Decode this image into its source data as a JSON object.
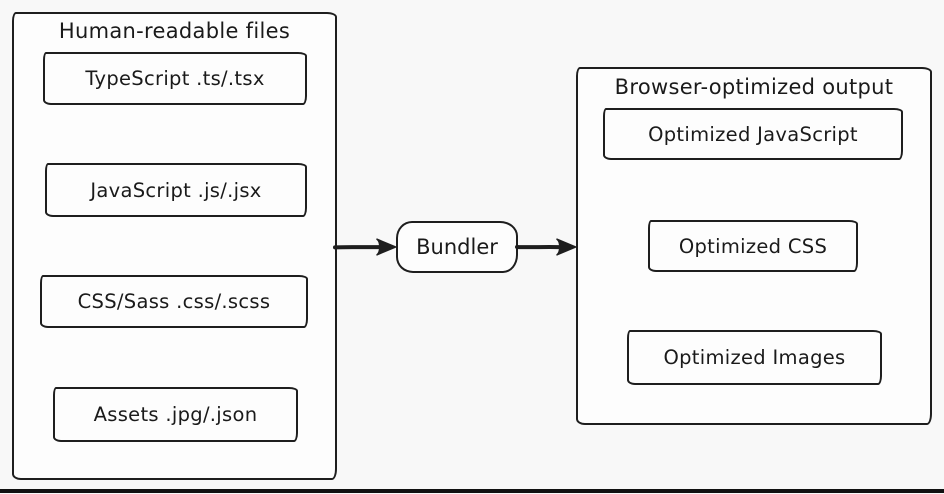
{
  "left_panel": {
    "title": "Human-readable files",
    "items": [
      {
        "label": "TypeScript .ts/.tsx"
      },
      {
        "label": "JavaScript .js/.jsx"
      },
      {
        "label": "CSS/Sass .css/.scss"
      },
      {
        "label": "Assets .jpg/.json"
      }
    ]
  },
  "bundler": {
    "label": "Bundler"
  },
  "right_panel": {
    "title": "Browser-optimized output",
    "items": [
      {
        "label": "Optimized JavaScript"
      },
      {
        "label": "Optimized CSS"
      },
      {
        "label": "Optimized Images"
      }
    ]
  },
  "colors": {
    "stroke": "#1e1e1e",
    "canvas_bg": "#f8f8f8",
    "node_fill": "#fdfdfd",
    "text": "#1a1a1a",
    "rule": "#111111"
  }
}
